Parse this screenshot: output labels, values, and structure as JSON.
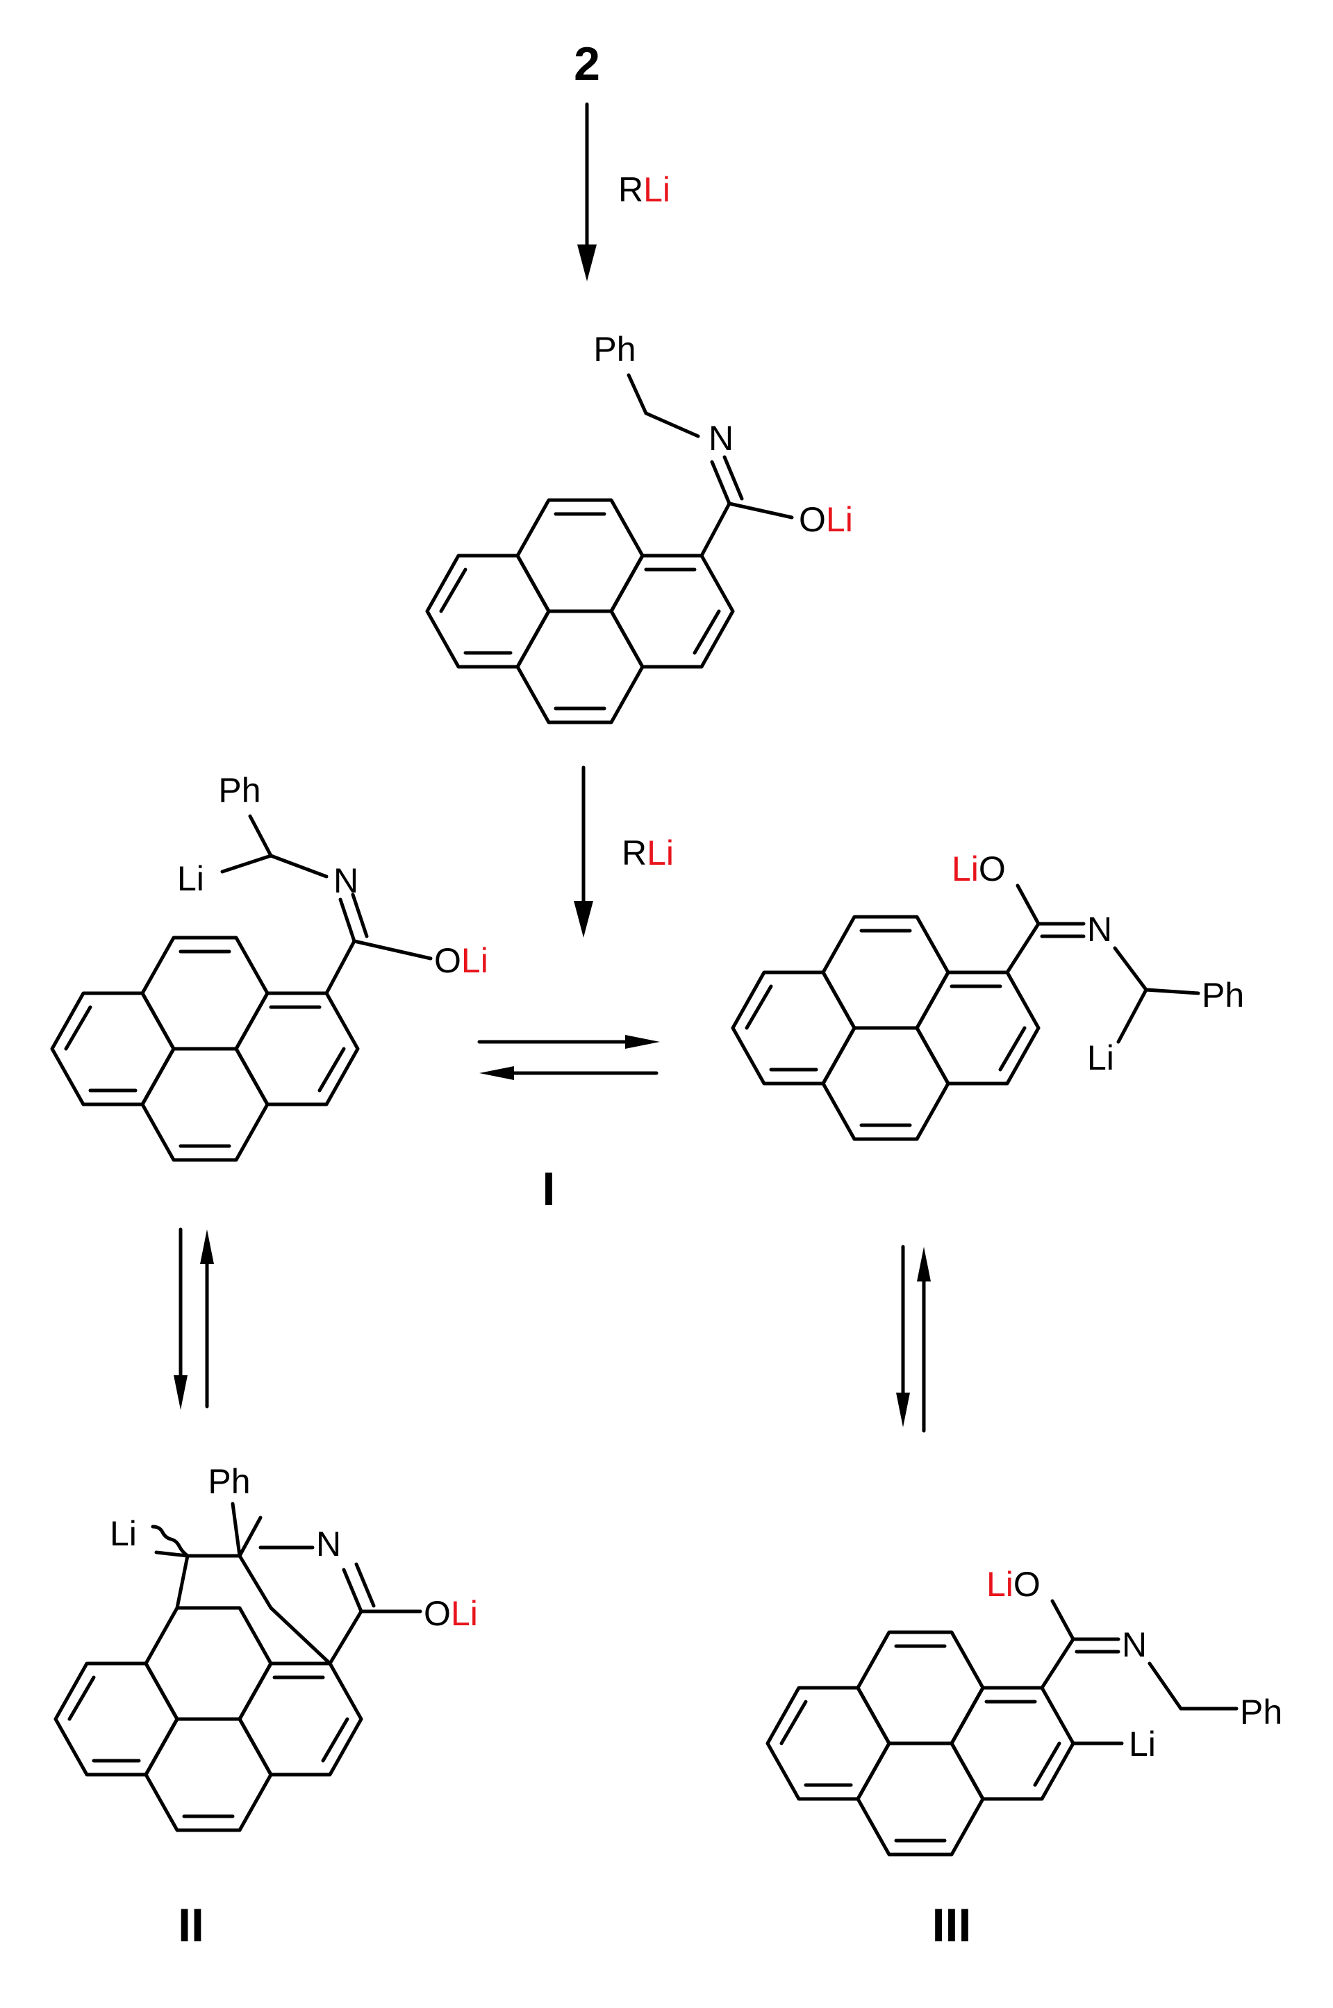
{
  "colors": {
    "ink": "#000000",
    "lithium": "#e8141c"
  },
  "start_compound": "2",
  "reagents": [
    {
      "prefix": "R",
      "metal": "Li"
    },
    {
      "prefix": "R",
      "metal": "Li"
    }
  ],
  "molecules": {
    "top": {
      "ph": "Ph",
      "n": "N",
      "o": "O",
      "li": "Li"
    },
    "left": {
      "ph": "Ph",
      "li_c": "Li",
      "n": "N",
      "o": "O",
      "li_o": "Li"
    },
    "right": {
      "li_o": "Li",
      "o": "O",
      "n": "N",
      "ph": "Ph",
      "li_c": "Li"
    },
    "ii": {
      "ph": "Ph",
      "li_c": "Li",
      "n": "N",
      "o": "O",
      "li_o": "Li"
    },
    "iii": {
      "li_o": "Li",
      "o": "O",
      "n": "N",
      "ph": "Ph",
      "li_ring": "Li"
    }
  },
  "roman_labels": {
    "i": "I",
    "ii": "II",
    "iii": "III"
  }
}
